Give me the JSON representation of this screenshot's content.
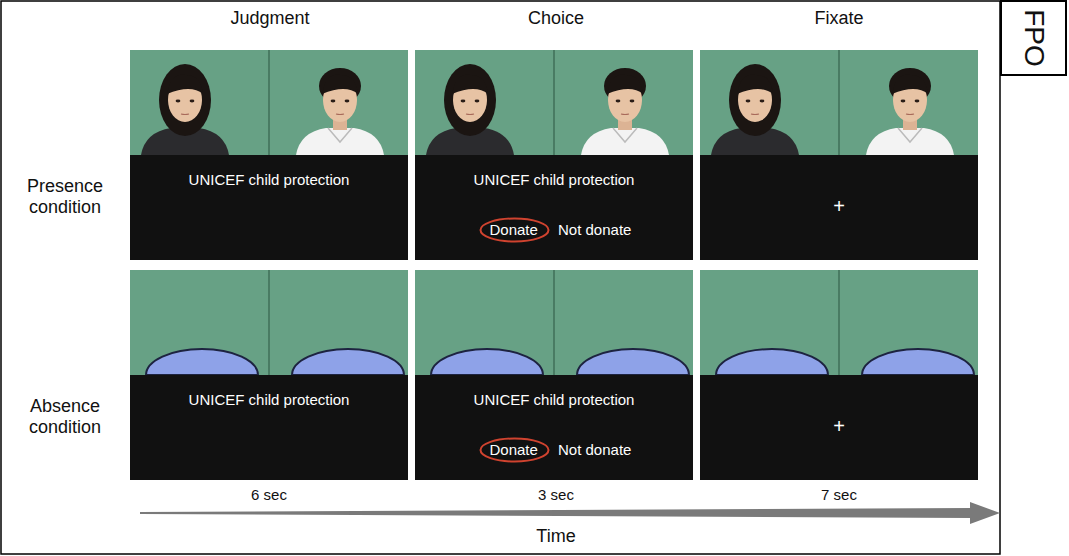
{
  "diagram": {
    "nodes": [
      {
        "text": [
          "UNICEF child protection"
        ]
      },
      {
        "text": [
          "UNICEF child protection",
          "Not donate"
        ]
      },
      {
        "text": [
          "Donate"
        ],
        "in": 1
      },
      {
        "text": [
          "+"
        ]
      },
      {
        "text": [
          "FPO"
        ]
      },
      {
        "text": [
          "UNICEF child protection"
        ]
      },
      {
        "text": [
          "UNICEF child protection",
          "Not donate"
        ]
      },
      {
        "text": [
          "Donate"
        ],
        "in": 6
      },
      {
        "text": [
          "+"
        ]
      }
    ],
    "labels": [
      "Judgment",
      "Choice",
      "Fixate",
      "Presence condition",
      "Absence condition",
      "6 sec",
      "3 sec",
      "7 sec",
      "Time"
    ]
  }
}
